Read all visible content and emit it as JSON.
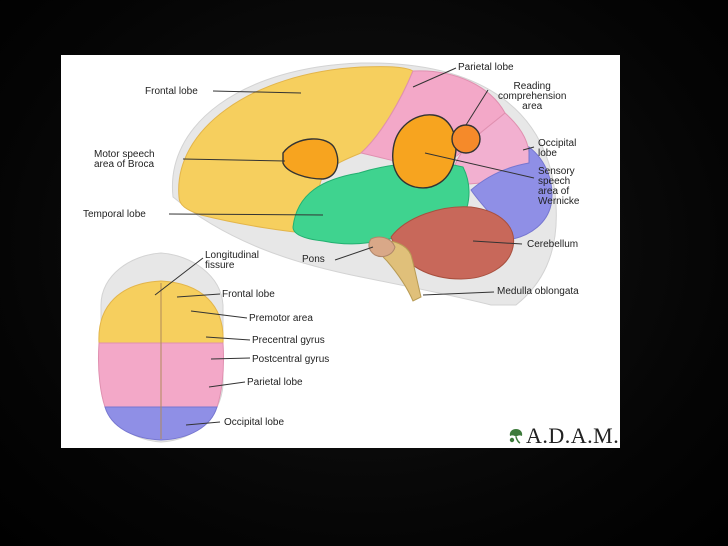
{
  "labels": {
    "frontal_lobe": "Frontal lobe",
    "parietal_lobe": "Parietal lobe",
    "reading_area": "Reading\ncomprehension\narea",
    "broca": "Motor speech\narea of Broca",
    "occipital_lobe": "Occipital\nlobe",
    "wernicke": "Sensory\nspeech\narea of\nWernicke",
    "temporal_lobe": "Temporal lobe",
    "cerebellum": "Cerebellum",
    "pons": "Pons",
    "medulla": "Medulla oblongata",
    "longitudinal_fissure": "Longitudinal\nfissure",
    "top_frontal_lobe": "Frontal lobe",
    "premotor_area": "Premotor area",
    "precentral_gyrus": "Precentral gyrus",
    "postcentral_gyrus": "Postcentral gyrus",
    "top_parietal_lobe": "Parietal lobe",
    "top_occipital_lobe": "Occipital lobe"
  },
  "logo": {
    "text": "A.D.A.M."
  },
  "colors": {
    "frontal": "#f6cf5e",
    "parietal": "#f3a8c8",
    "occipital": "#8f8fe6",
    "temporal": "#3fd38f",
    "broca_wernicke": "#f7a41f",
    "reading": "#f58a2a",
    "cerebellum": "#c8685a",
    "brainstem": "#e0c07a"
  }
}
